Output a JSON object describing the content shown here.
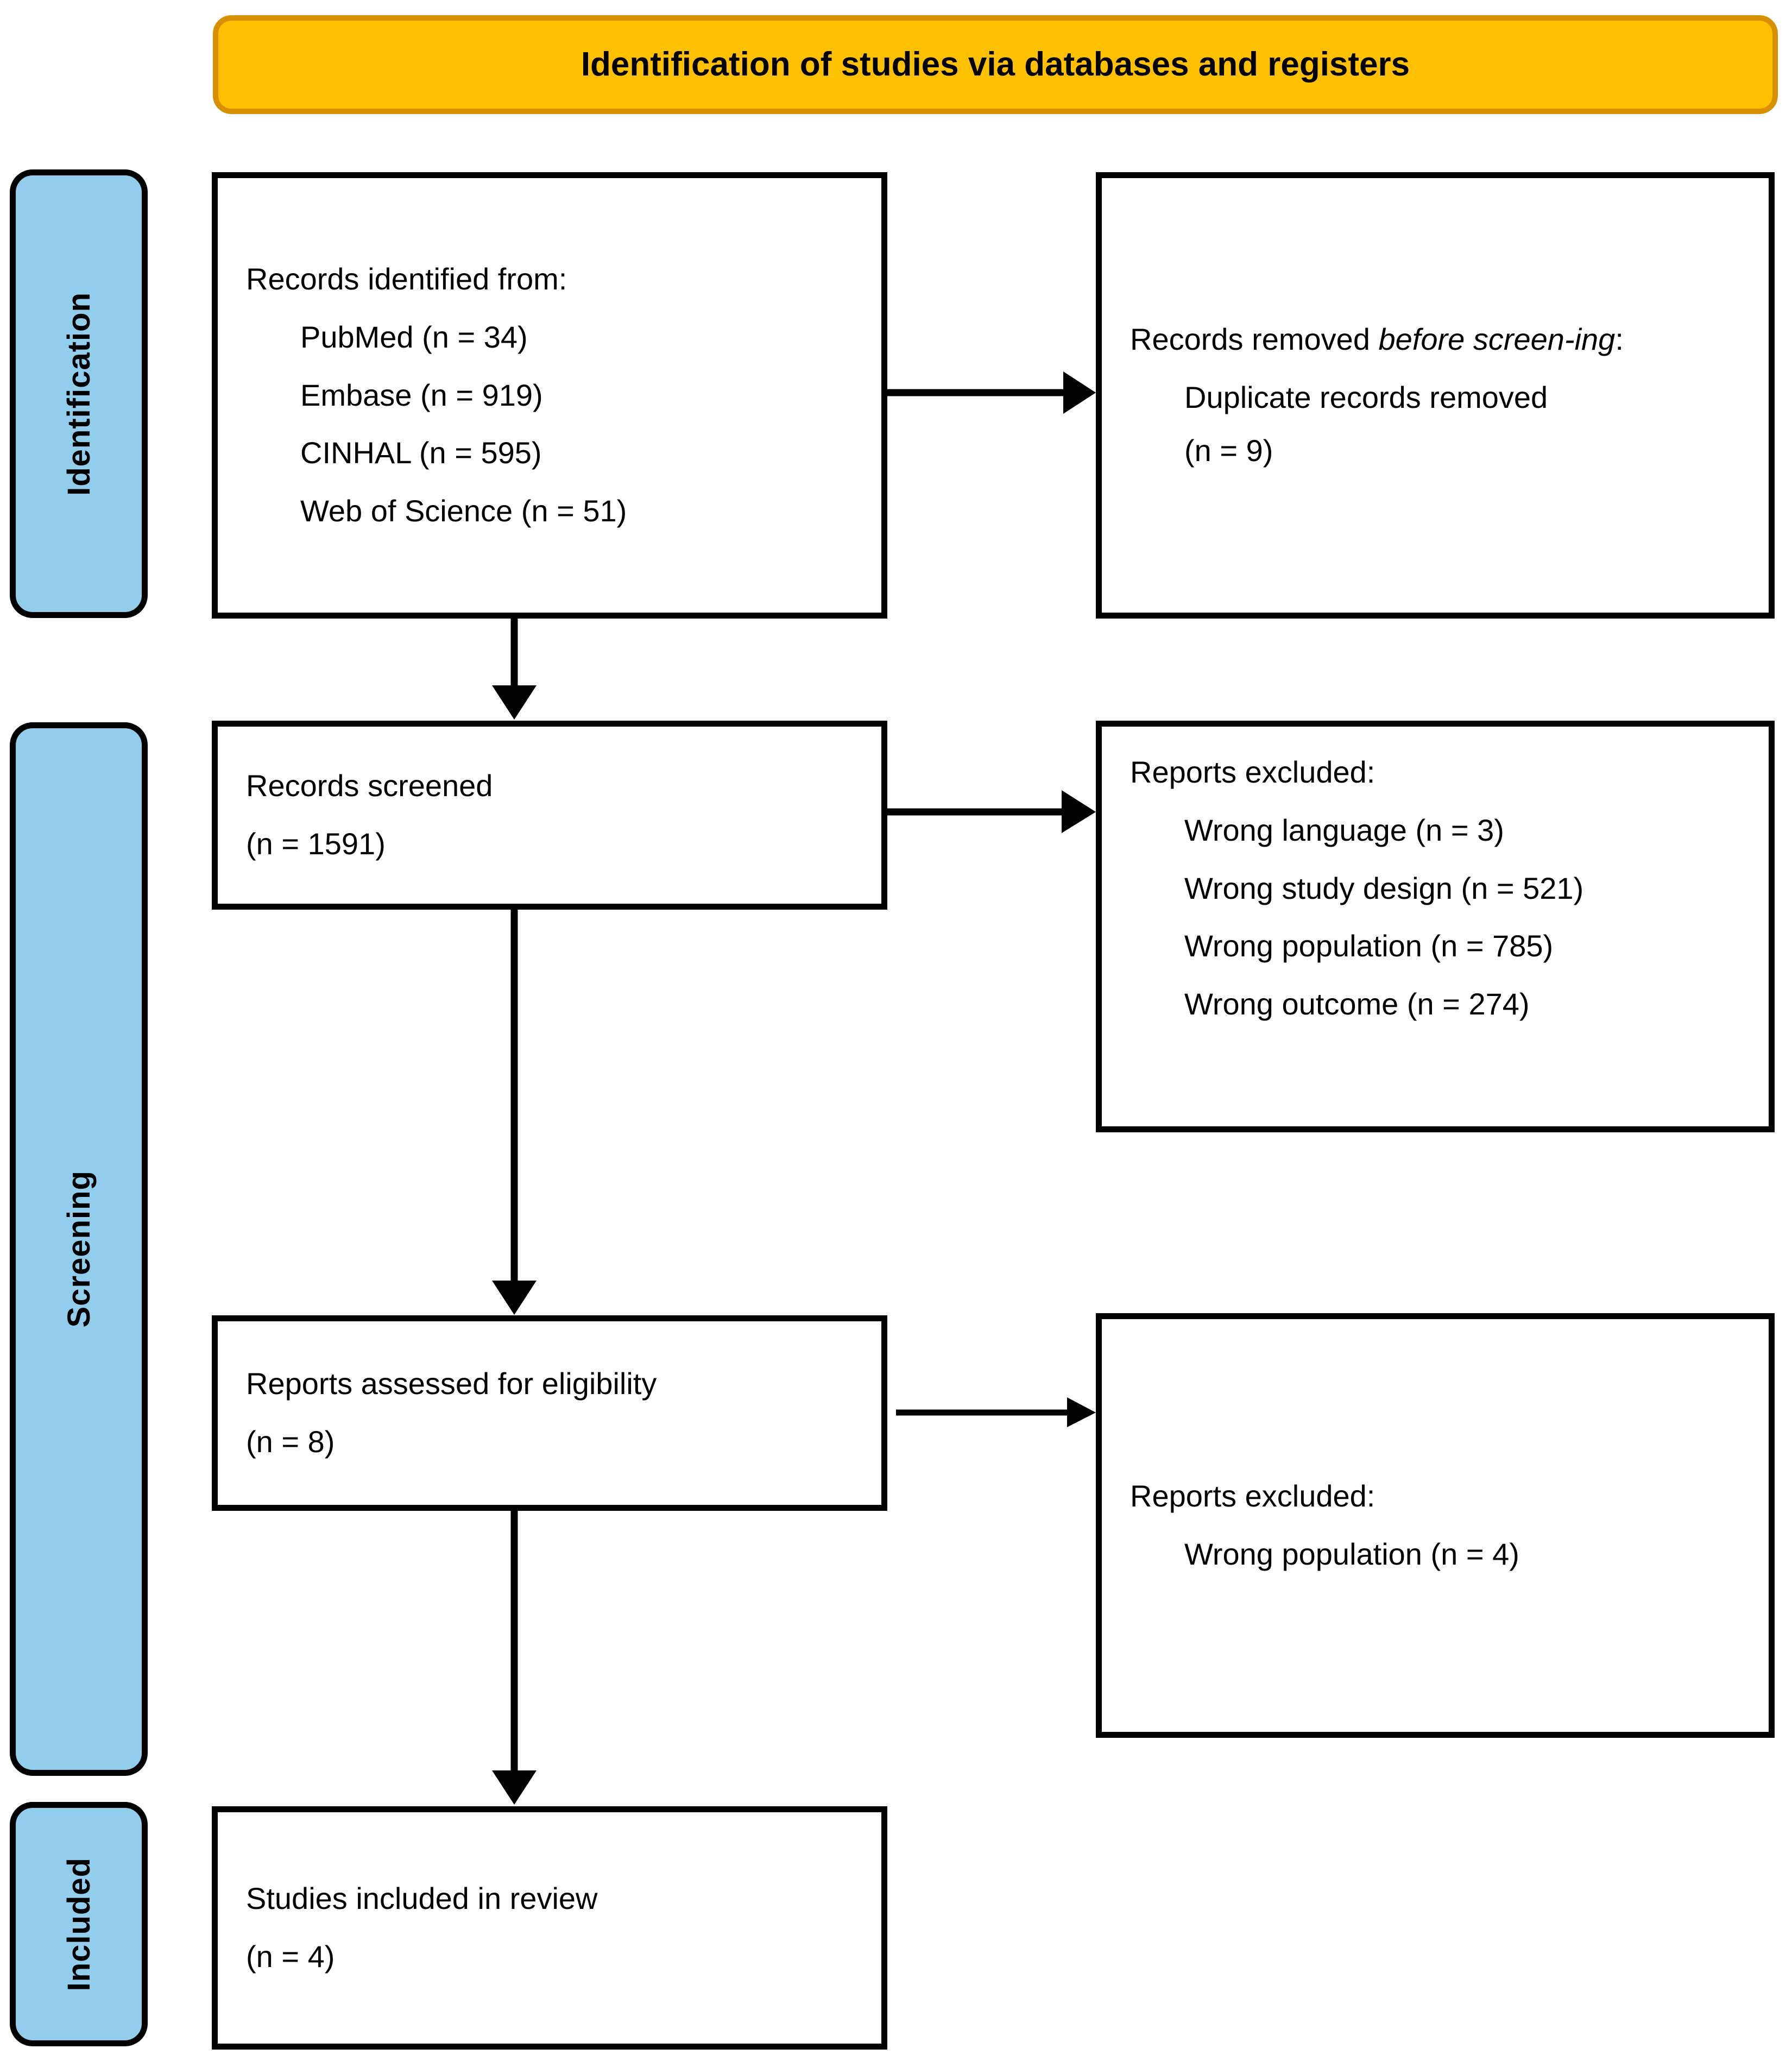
{
  "header": {
    "title": "Identification of studies via databases and registers",
    "fill_color": "#FFC000",
    "border_color": "#D79000"
  },
  "stage_bars": {
    "fill_color": "#92CDEC",
    "border_color": "#000000",
    "items": [
      {
        "label": "Identification"
      },
      {
        "label": "Screening"
      },
      {
        "label": "Included"
      }
    ]
  },
  "boxes": {
    "identified": {
      "title": "Records identified from:",
      "sources": [
        "PubMed (n = 34)",
        "Embase (n = 919)",
        "CINHAL (n = 595)",
        "Web of Science (n = 51)"
      ]
    },
    "removed_before_screening": {
      "title_plain": "Records removed ",
      "title_italic": "before screen-ing",
      "title_suffix": ":",
      "line_1": "Duplicate records removed",
      "line_2": "(n = 9)"
    },
    "screened": {
      "title": "Records screened",
      "count": "(n = 1591)"
    },
    "excluded_screening": {
      "title": "Reports excluded:",
      "reasons": [
        "Wrong language (n = 3)",
        "Wrong study design (n = 521)",
        "Wrong population (n = 785)",
        "Wrong outcome (n = 274)"
      ]
    },
    "eligibility": {
      "title": "Reports assessed for eligibility",
      "count": "(n = 8)"
    },
    "excluded_eligibility": {
      "title": "Reports excluded:",
      "reasons": [
        "Wrong population (n = 4)"
      ]
    },
    "included": {
      "title": "Studies included in review",
      "count": "(n = 4)"
    }
  },
  "connectors": [
    {
      "name": "identified-to-removed",
      "type": "arrow-right"
    },
    {
      "name": "identified-to-screened",
      "type": "arrow-down"
    },
    {
      "name": "screened-to-excluded",
      "type": "arrow-right"
    },
    {
      "name": "screened-to-eligibility",
      "type": "arrow-down"
    },
    {
      "name": "eligibility-to-excluded",
      "type": "arrow-right"
    },
    {
      "name": "eligibility-to-included",
      "type": "arrow-down"
    }
  ]
}
